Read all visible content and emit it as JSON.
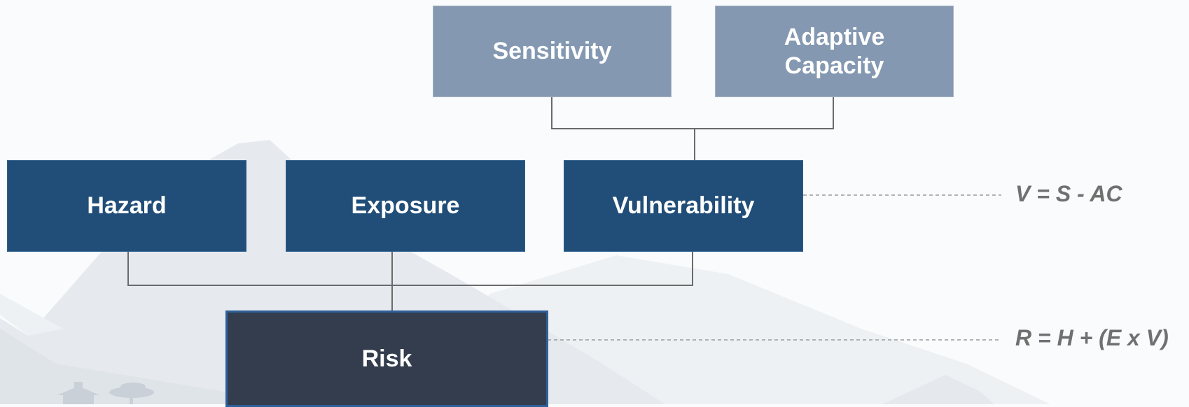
{
  "diagram": {
    "nodes": {
      "sensitivity": "Sensitivity",
      "adaptive_capacity_line1": "Adaptive",
      "adaptive_capacity_line2": "Capacity",
      "hazard": "Hazard",
      "exposure": "Exposure",
      "vulnerability": "Vulnerability",
      "risk": "Risk"
    },
    "formulas": {
      "vulnerability": "V = S - AC",
      "risk": "R = H + (E x V)"
    },
    "edges": [
      {
        "from": "sensitivity",
        "to": "vulnerability"
      },
      {
        "from": "adaptive_capacity",
        "to": "vulnerability"
      },
      {
        "from": "hazard",
        "to": "risk"
      },
      {
        "from": "exposure",
        "to": "risk"
      },
      {
        "from": "vulnerability",
        "to": "risk"
      }
    ]
  },
  "colors": {
    "upper_box": "#8498b1",
    "middle_box": "#214e78",
    "risk_box": "#333d4d",
    "connector": "#6b6b6b",
    "formula_text": "#707070"
  }
}
